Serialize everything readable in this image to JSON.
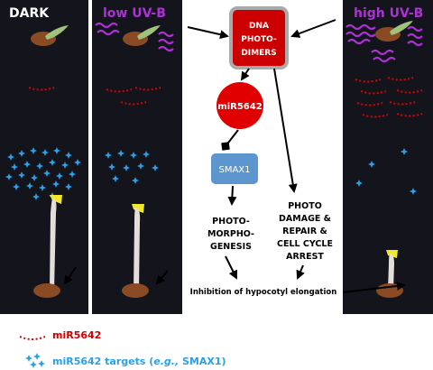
{
  "panels": {
    "dark": "DARK",
    "low_uvb": "low UV-B",
    "high_uvb": "high UV-B"
  },
  "nodes": {
    "dna_line1": "DNA",
    "dna_line2": "PHOTO-",
    "dna_line3": "DIMERS",
    "mir": "miR5642",
    "smax1": "SMAX1",
    "photomorph_line1": "PHOTO-",
    "photomorph_line2": "MORPHO-",
    "photomorph_line3": "GENESIS",
    "damage_line1": "PHOTO",
    "damage_line2": "DAMAGE &",
    "damage_line3": "REPAIR &",
    "damage_line4": "CELL CYCLE",
    "damage_line5": "ARREST",
    "outcome": "Inhibition of hypocotyl elongation"
  },
  "legend": {
    "mir_label": "miR5642",
    "targets_prefix": "miR5642 targets (",
    "targets_example": "e.g.,",
    "targets_suffix": " SMAX1)"
  },
  "colors": {
    "panel_bg": "#14141c",
    "mir_red": "#e00000",
    "dna_red": "#cc0000",
    "uv_purple": "#b030d8",
    "target_blue": "#2aa0e8",
    "smax_blue": "#5d96cf",
    "legend_red": "#cc0000",
    "legend_blue": "#2aa0e8"
  }
}
